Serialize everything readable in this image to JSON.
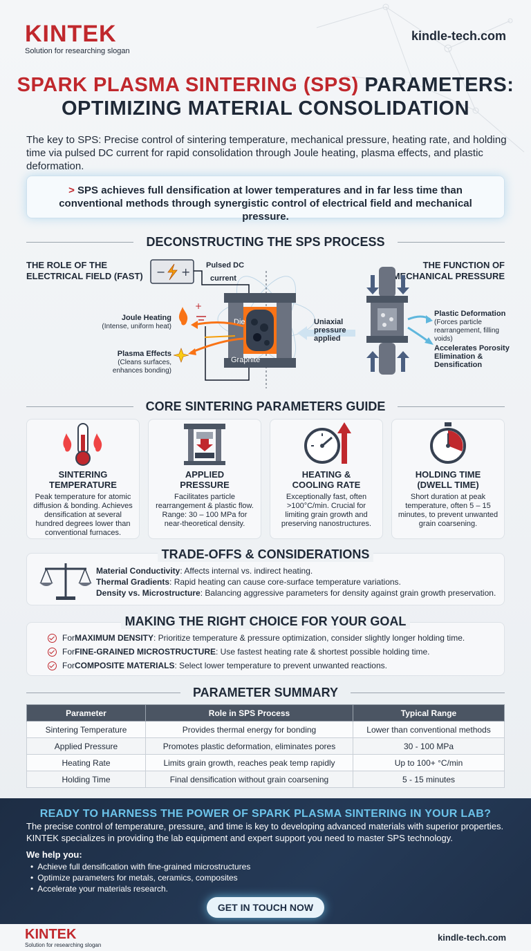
{
  "header": {
    "brand": "KINTEK",
    "slogan": "Solution for researching slogan",
    "site": "kindle-tech.com"
  },
  "title": {
    "highlight": "SPARK PLASMA SINTERING (SPS)",
    "rest": " PARAMETERS:",
    "line2": "OPTIMIZING MATERIAL CONSOLIDATION"
  },
  "intro": "The key to SPS: Precise control of sintering temperature, mechanical pressure, heating rate, and holding time via pulsed DC current for rapid consolidation through Joule heating, plasma effects, and plastic deformation.",
  "callout": {
    "marker": ">",
    "text": " SPS achieves full densification at lower temperatures and in far less time than conventional methods through synergistic control of electrical field and mechanical pressure."
  },
  "process": {
    "heading": "DECONSTRUCTING THE SPS PROCESS",
    "left_title_1": "THE ROLE OF THE",
    "left_title_2": "ELECTRICAL FIELD (FAST)",
    "right_title_1": "THE FUNCTION OF",
    "right_title_2": "MECHANICAL PRESSURE",
    "pulsed_1": "Pulsed DC",
    "pulsed_2": "current",
    "joule_title": "Joule Heating",
    "joule_desc": "(Intense, uniform heat)",
    "plasma_title": "Plasma Effects",
    "plasma_desc_1": "(Cleans surfaces,",
    "plasma_desc_2": "enhances bonding)",
    "die_label": "Die",
    "graphite_label": "Graphite",
    "uniaxial_1": "Uniaxial",
    "uniaxial_2": "pressure",
    "uniaxial_3": "applied",
    "plastic_title": "Plastic Deformation",
    "plastic_desc_1": "(Forces particle",
    "plastic_desc_2": "rearrangement, filling",
    "plastic_desc_3": "voids)",
    "accel_1": "Accelerates Porosity",
    "accel_2": "Elimination &",
    "accel_3": "Densification"
  },
  "parameters": {
    "heading": "CORE SINTERING PARAMETERS GUIDE",
    "cards": [
      {
        "title_1": "SINTERING",
        "title_2": "TEMPERATURE",
        "desc": "Peak temperature for atomic diffusion & bonding. Achieves densification at several hundred degrees lower than conventional furnaces.",
        "icon": "thermometer-flame-icon"
      },
      {
        "title_1": "APPLIED",
        "title_2": "PRESSURE",
        "desc": "Facilitates particle rearrangement & plastic flow. Range: 30 – 100 MPa for near-theoretical density.",
        "icon": "press-icon"
      },
      {
        "title_1": "HEATING &",
        "title_2": "COOLING RATE",
        "desc": "Exceptionally fast, often >100°C/min. Crucial for limiting grain growth and preserving nanostructures.",
        "icon": "gauge-arrow-icon"
      },
      {
        "title_1": "HOLDING TIME",
        "title_2": "(DWELL TIME)",
        "desc": "Short duration at peak temperature, often 5 – 15 minutes, to prevent unwanted grain coarsening.",
        "icon": "stopwatch-icon"
      }
    ]
  },
  "tradeoffs": {
    "heading": "TRADE-OFFS & CONSIDERATIONS",
    "items": [
      {
        "label": "Material Conductivity",
        "text": ": Affects internal vs. indirect heating."
      },
      {
        "label": "Thermal Gradients",
        "text": ": Rapid heating can cause core-surface temperature variations."
      },
      {
        "label": "Density vs. Microstructure",
        "text": ": Balancing aggressive parameters for density against grain growth preservation."
      }
    ]
  },
  "choice": {
    "heading": "MAKING THE RIGHT CHOICE FOR YOUR GOAL",
    "items": [
      {
        "prefix": "For ",
        "label": "MAXIMUM DENSITY",
        "text": ": Prioritize temperature & pressure optimization, consider slightly longer holding time."
      },
      {
        "prefix": "For ",
        "label": "FINE-GRAINED MICROSTRUCTURE",
        "text": ": Use fastest heating rate & shortest possible holding time."
      },
      {
        "prefix": "For ",
        "label": "COMPOSITE MATERIALS",
        "text": ": Select lower temperature to prevent unwanted reactions."
      }
    ]
  },
  "summary": {
    "heading": "PARAMETER SUMMARY",
    "columns": [
      "Parameter",
      "Role in SPS Process",
      "Typical Range"
    ],
    "rows": [
      [
        "Sintering Temperature",
        "Provides thermal energy for bonding",
        "Lower than conventional methods"
      ],
      [
        "Applied Pressure",
        "Promotes plastic deformation, eliminates pores",
        "30 - 100 MPa"
      ],
      [
        "Heating Rate",
        "Limits grain growth, reaches peak temp rapidly",
        "Up to 100+ °C/min"
      ],
      [
        "Holding Time",
        "Final densification without grain coarsening",
        "5 - 15 minutes"
      ]
    ]
  },
  "cta": {
    "title": "READY TO HARNESS THE POWER OF SPARK PLASMA SINTERING IN YOUR LAB?",
    "body": "The precise control of temperature, pressure, and time is key to developing advanced materials with superior properties. KINTEK specializes in providing the lab equipment and expert support you need to master SPS technology.",
    "help": "We help you:",
    "list": [
      "Achieve full densification with fine-grained microstructures",
      "Optimize parameters for metals, ceramics, composites",
      "Accelerate your materials research."
    ],
    "button": "GET IN TOUCH NOW"
  },
  "footer": {
    "brand": "KINTEK",
    "slogan": "Solution for researching slogan",
    "site": "kindle-tech.com"
  },
  "colors": {
    "brand_red": "#c0282d",
    "navy": "#1d2d44",
    "accent_blue": "#6cc3ea",
    "table_header": "#4b5563"
  }
}
